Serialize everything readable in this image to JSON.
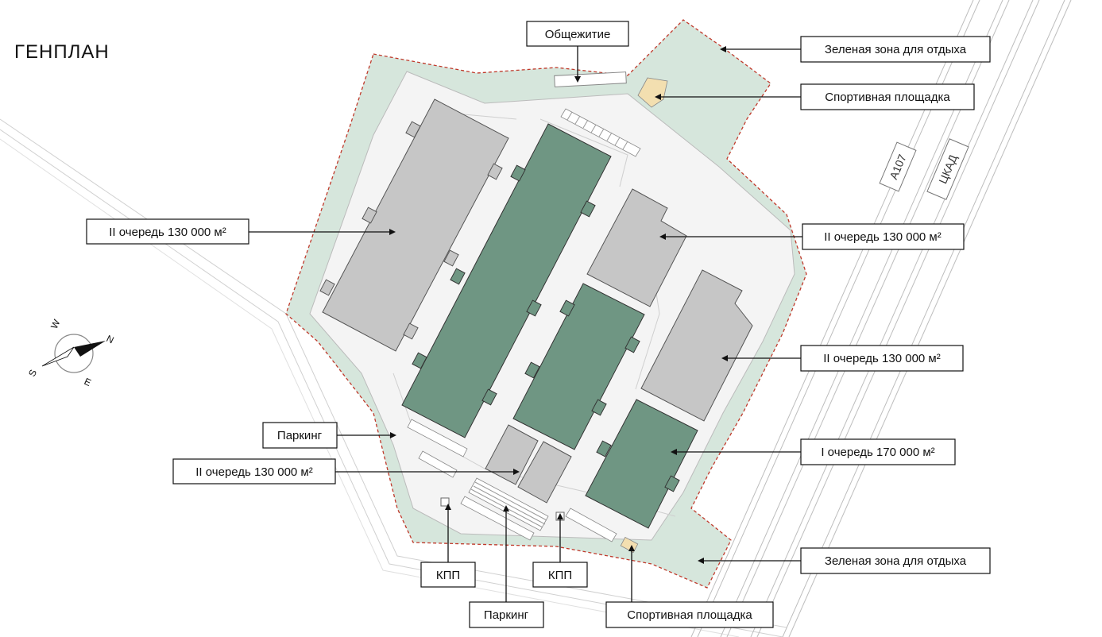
{
  "title": "ГЕНПЛАН",
  "colors": {
    "green_zone": "#d6e6dc",
    "boundary": "#c0392b",
    "building_stage1": "#6f9683",
    "building_stage2": "#c6c6c6",
    "sport": "#f3dfb0",
    "road": "#ffffff",
    "site": "#f4f4f4"
  },
  "roads": {
    "a107": "А107",
    "ckad": "ЦКАД"
  },
  "compass": {
    "n": "N",
    "s": "S",
    "e": "E",
    "w": "W"
  },
  "labels": {
    "dormitory": "Общежитие",
    "green_zone_top": "Зеленая зона для отдыха",
    "sport_top": "Спортивная площадка",
    "stage2_left": "II очередь 130 000  м²",
    "stage2_right_top": "II очередь 130 000  м²",
    "stage2_right_mid": "II очередь 130 000  м²",
    "stage1": "I очередь 170 000 м²",
    "parking_left": "Паркинг",
    "stage2_small": "II очередь 130 000  м²",
    "kpp_left": "КПП",
    "kpp_right": "КПП",
    "parking_bottom": "Паркинг",
    "sport_bottom": "Спортивная площадка",
    "green_zone_bottom": "Зеленая зона для отдыха"
  }
}
